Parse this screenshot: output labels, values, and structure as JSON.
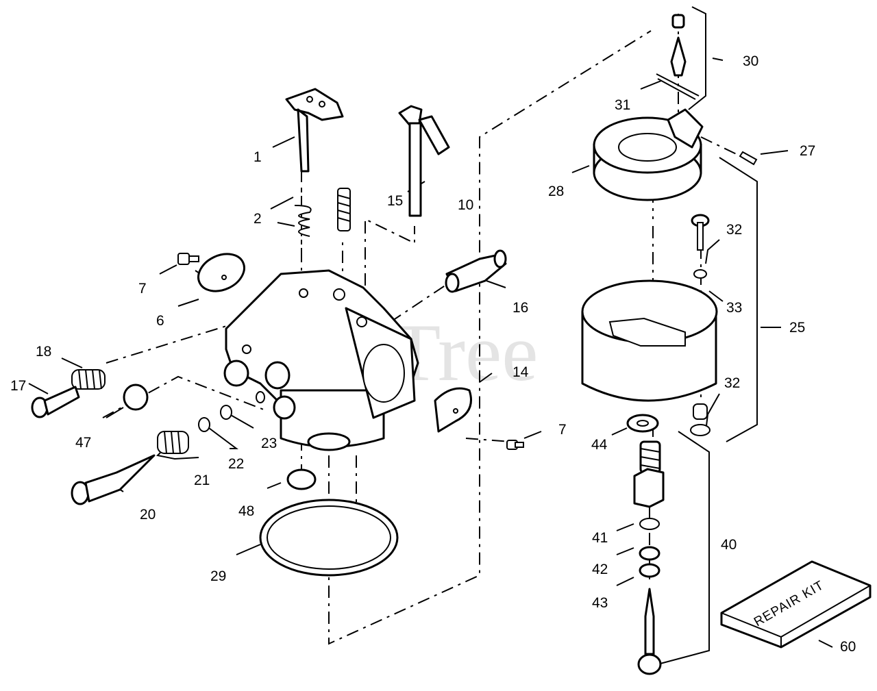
{
  "watermark": "PartsTree",
  "repair_kit_label": "REPAIR KIT",
  "callouts": {
    "c1": "1",
    "c2": "2",
    "c6": "6",
    "c7a": "7",
    "c7b": "7",
    "c10": "10",
    "c14": "14",
    "c15": "15",
    "c16": "16",
    "c17": "17",
    "c18": "18",
    "c20": "20",
    "c21": "21",
    "c22": "22",
    "c23": "23",
    "c25": "25",
    "c27": "27",
    "c28": "28",
    "c29": "29",
    "c30": "30",
    "c31": "31",
    "c32a": "32",
    "c32b": "32",
    "c33": "33",
    "c40": "40",
    "c41": "41",
    "c42": "42",
    "c43": "43",
    "c44": "44",
    "c47": "47",
    "c48": "48",
    "c60": "60"
  }
}
